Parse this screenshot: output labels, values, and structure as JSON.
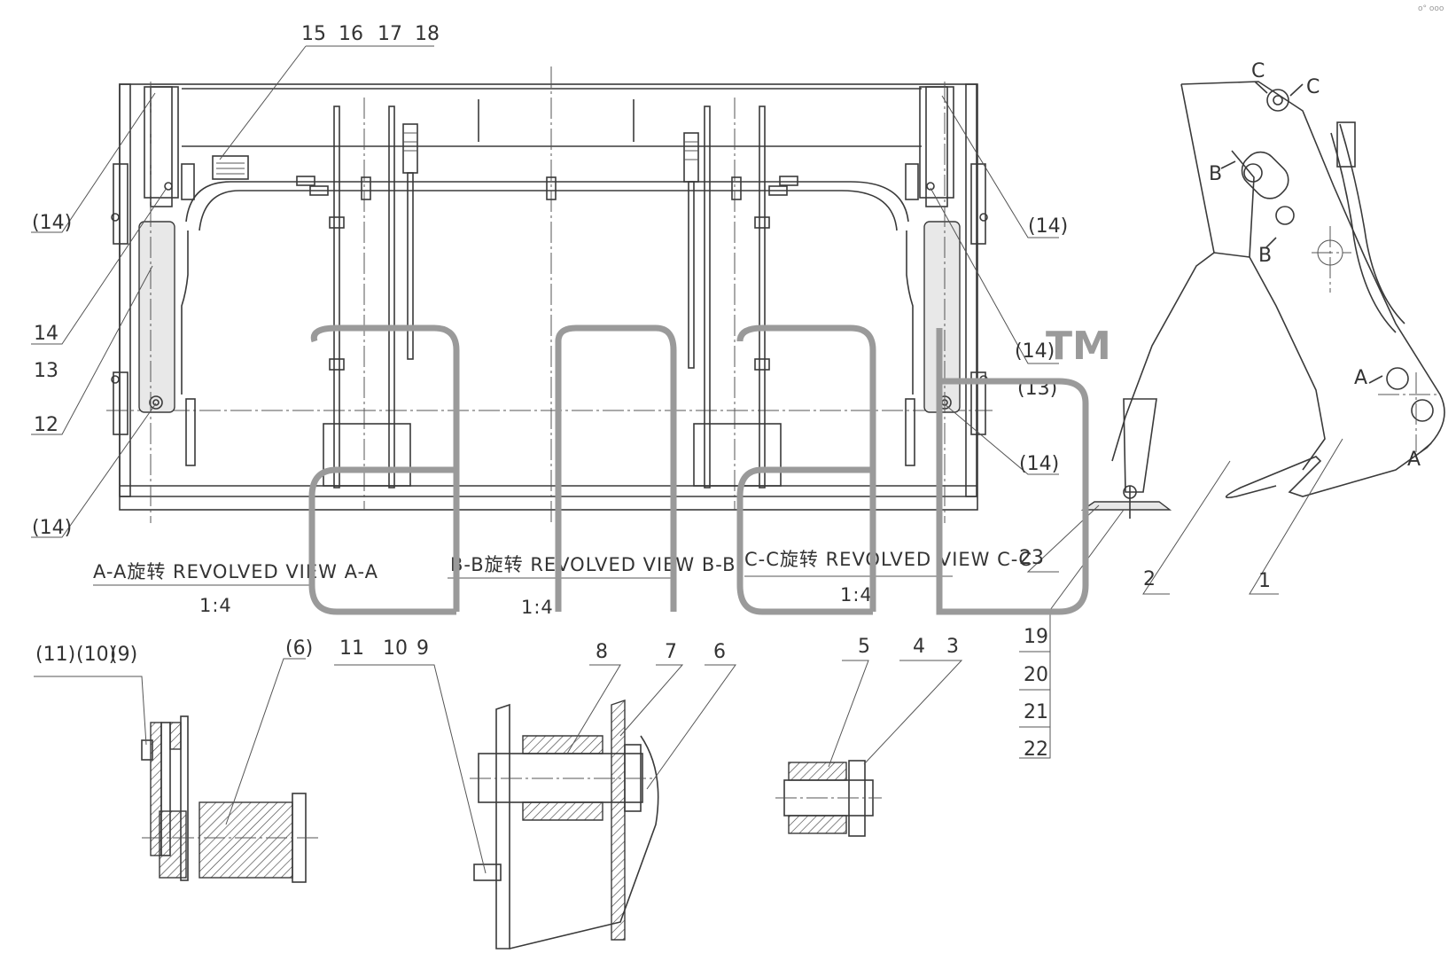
{
  "diagram": {
    "callouts_left": [
      "(14)",
      "14",
      "13",
      "12",
      "(14)"
    ],
    "callouts_top": [
      "15",
      "16",
      "17",
      "18"
    ],
    "callouts_right_main": [
      "(14)",
      "(14)",
      "(13)",
      "(14)"
    ],
    "callouts_side": [
      "23",
      "2",
      "1",
      "19",
      "20",
      "21",
      "22"
    ],
    "section_markers": [
      "C",
      "C",
      "B",
      "B",
      "A",
      "A"
    ],
    "views": [
      {
        "title": "A-A旋转 REVOLVED VIEW A-A",
        "scale": "1:4"
      },
      {
        "title": "B-B旋转 REVOLVED VIEW B-B",
        "scale": "1:4"
      },
      {
        "title": "C-C旋转 REVOLVED VIEW C-C",
        "scale": "1:4"
      }
    ],
    "detail_callouts_a": [
      "(11)",
      "(10)",
      "(9)",
      "(6)"
    ],
    "detail_callouts_b": [
      "11",
      "10",
      "9",
      "8",
      "7",
      "6"
    ],
    "detail_callouts_c": [
      "5",
      "4",
      "3"
    ]
  },
  "watermark": {
    "text": "TM"
  },
  "corner_mark": "o° ooo"
}
